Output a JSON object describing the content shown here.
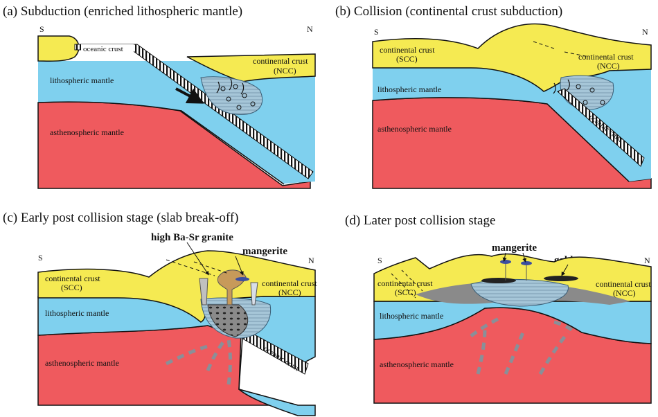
{
  "panels": {
    "a": {
      "title": "(a) Subduction (enriched lithospheric mantle)",
      "south": "S",
      "north": "N",
      "oceanic_crust": "oceanic crust",
      "continental_crust": "continental crust",
      "ncc": "(NCC)",
      "lithospheric_mantle": "lithospheric mantle",
      "asthenospheric_mantle": "asthenospheric mantle"
    },
    "b": {
      "title": "(b) Collision (continental crust subduction)",
      "south": "S",
      "north": "N",
      "continental_crust_left": "continental crust",
      "scc": "(SCC)",
      "continental_crust_right": "continental crust",
      "ncc": "(NCC)",
      "lithospheric_mantle": "lithospheric mantle",
      "asthenospheric_mantle": "asthenospheric mantle",
      "oceanic_crust": "oceanic crust"
    },
    "c": {
      "title": "(c) Early post collision stage (slab break-off)",
      "south": "S",
      "north": "N",
      "granite": "high Ba-Sr granite",
      "mangerite": "mangerite",
      "continental_crust_left": "continental crust",
      "scc": "(SCC)",
      "continental_crust_right": "continental crust",
      "ncc": "(NCC)",
      "lithospheric_mantle": "lithospheric mantle",
      "asthenospheric_mantle": "asthenospheric mantle",
      "oceanic_crust": "oceanic crust"
    },
    "d": {
      "title": "(d) Later post collision stage",
      "south": "S",
      "north": "N",
      "mangerite": "mangerite",
      "gabbro": "gabbro",
      "continental_crust_left": "continental crust",
      "scc": "(SCC)",
      "continental_crust_right": "continental crust",
      "ncc": "(NCC)",
      "lithospheric_mantle": "lithospheric mantle",
      "asthenospheric_mantle": "asthenospheric mantle"
    }
  },
  "colors": {
    "crust": "#f5ea52",
    "lithosphere": "#7fd0ee",
    "asthenosphere": "#ef5a5e",
    "intrusion": "#f0a65a",
    "granite": "#c79a5a"
  }
}
